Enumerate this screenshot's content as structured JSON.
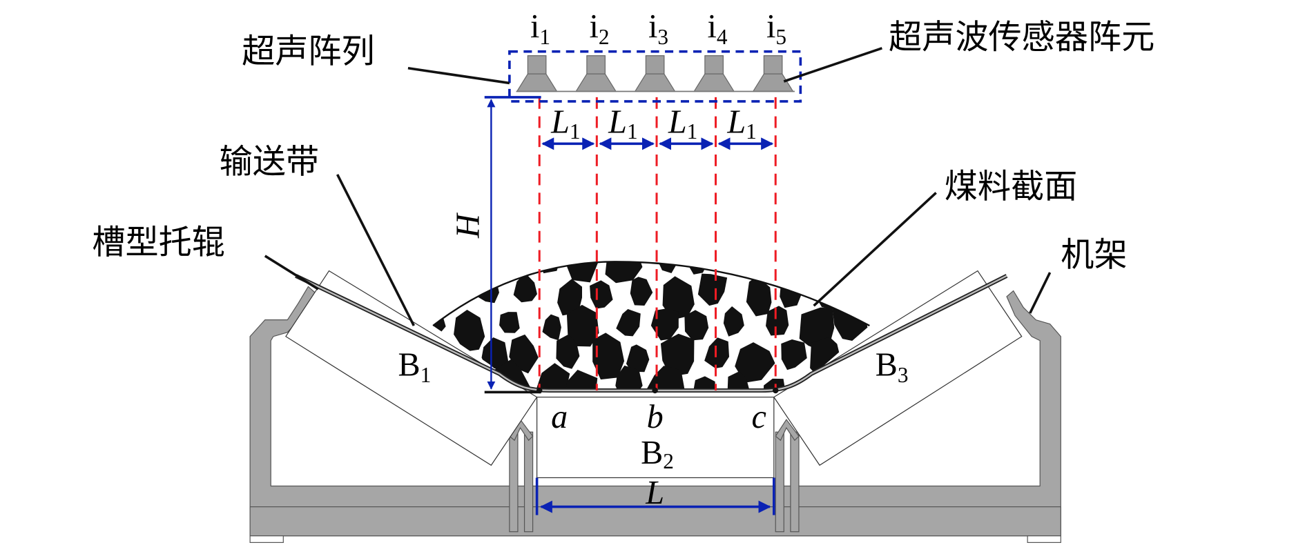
{
  "labels": {
    "array": "超声阵列",
    "sensor_element": "超声波传感器阵元",
    "belt": "输送带",
    "idler": "槽型托辊",
    "coal_section": "煤料截面",
    "frame": "机架"
  },
  "sensors": [
    {
      "base": "i",
      "sub": "1"
    },
    {
      "base": "i",
      "sub": "2"
    },
    {
      "base": "i",
      "sub": "3"
    },
    {
      "base": "i",
      "sub": "4"
    },
    {
      "base": "i",
      "sub": "5"
    }
  ],
  "dimensions": {
    "spacing": {
      "base": "L",
      "sub": "1"
    },
    "height": "H",
    "width": "L"
  },
  "rollers": [
    {
      "base": "B",
      "sub": "1"
    },
    {
      "base": "B",
      "sub": "2"
    },
    {
      "base": "B",
      "sub": "3"
    }
  ],
  "points": [
    "a",
    "b",
    "c"
  ],
  "colors": {
    "dim": "#0a22b4",
    "ray": "#ee1c24",
    "frame": "#a6a6a6",
    "sensor": "#9e9e9e"
  }
}
